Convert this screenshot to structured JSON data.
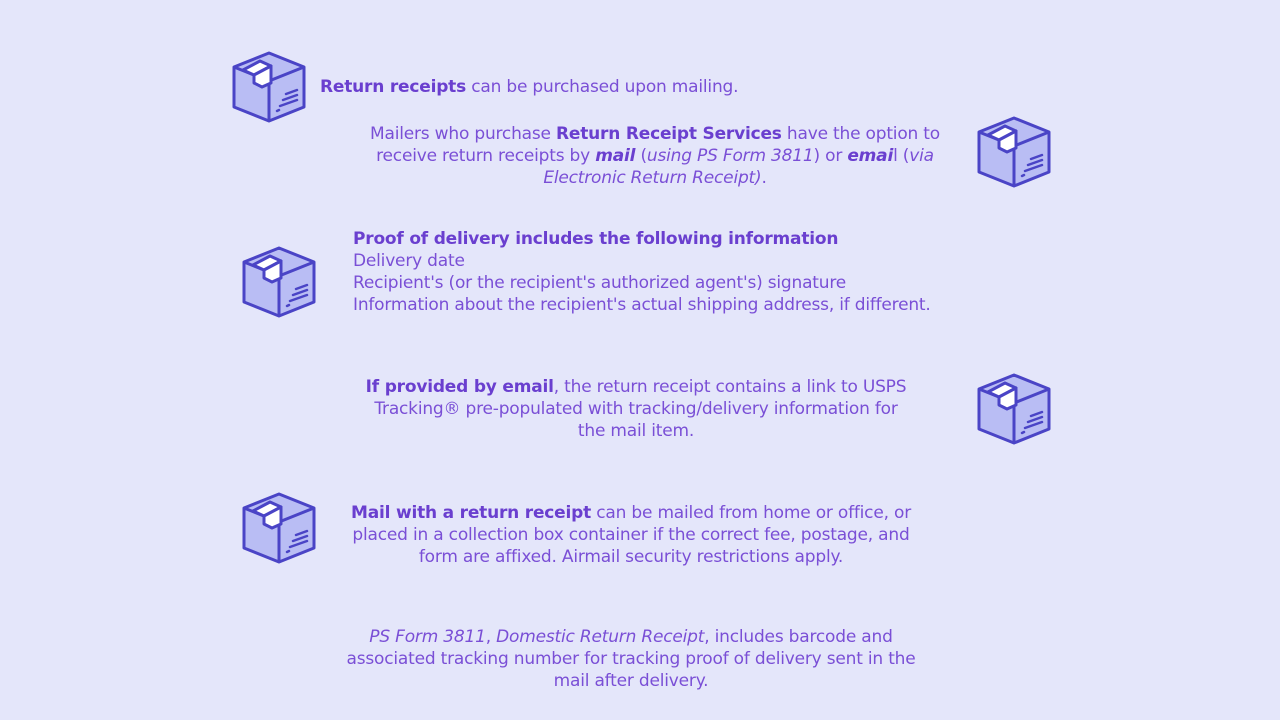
{
  "colors": {
    "background": "#e4e6fa",
    "text": "#7a4fd6",
    "emphasis": "#6a3fcf",
    "icon_fill": "#b9bdf4",
    "icon_stroke": "#4a44c6"
  },
  "icon_name": "package-box-icon",
  "sections": {
    "s1": {
      "bold": "Return receipts",
      "rest": " can be purchased upon mailing."
    },
    "s2": {
      "l1_pre": "Mailers who purchase ",
      "l1_bold": "Return Receipt Services",
      "l1_post": " have the option to",
      "l2_pre": "receive return receipts by ",
      "l2_bi": "mail",
      "l2_mid1": " (",
      "l2_i1": "using PS Form 3811",
      "l2_mid2": ") or ",
      "l2_bi2": "emai",
      "l2_mid3": "l (",
      "l2_i2": "via",
      "l3_i": "Electronic Return Receipt)",
      "l3_post": "."
    },
    "s3": {
      "heading": "Proof of delivery includes the following information",
      "item1": "Delivery date",
      "item2": "Recipient's (or the recipient's authorized agent's) signature",
      "item3": "Information about the recipient's actual shipping address, if different."
    },
    "s4": {
      "l1_bold": "If provided by email",
      "l1_rest": ", the return receipt contains a link to USPS",
      "l2": "Tracking® pre-populated with tracking/delivery information for",
      "l3": "the mail item."
    },
    "s5": {
      "l1_bold": "Mail with a return receipt",
      "l1_rest": " can be mailed from home or office, or",
      "l2": "placed in a collection box container if the correct fee, postage, and",
      "l3": "form are affixed. Airmail security restrictions apply."
    },
    "s6": {
      "l1_i1": "PS Form 3811",
      "l1_mid": ", ",
      "l1_i2": "Domestic Return Receipt",
      "l1_rest": ", includes barcode and",
      "l2": "associated tracking number for tracking proof of delivery sent in the",
      "l3": "mail after delivery."
    }
  }
}
